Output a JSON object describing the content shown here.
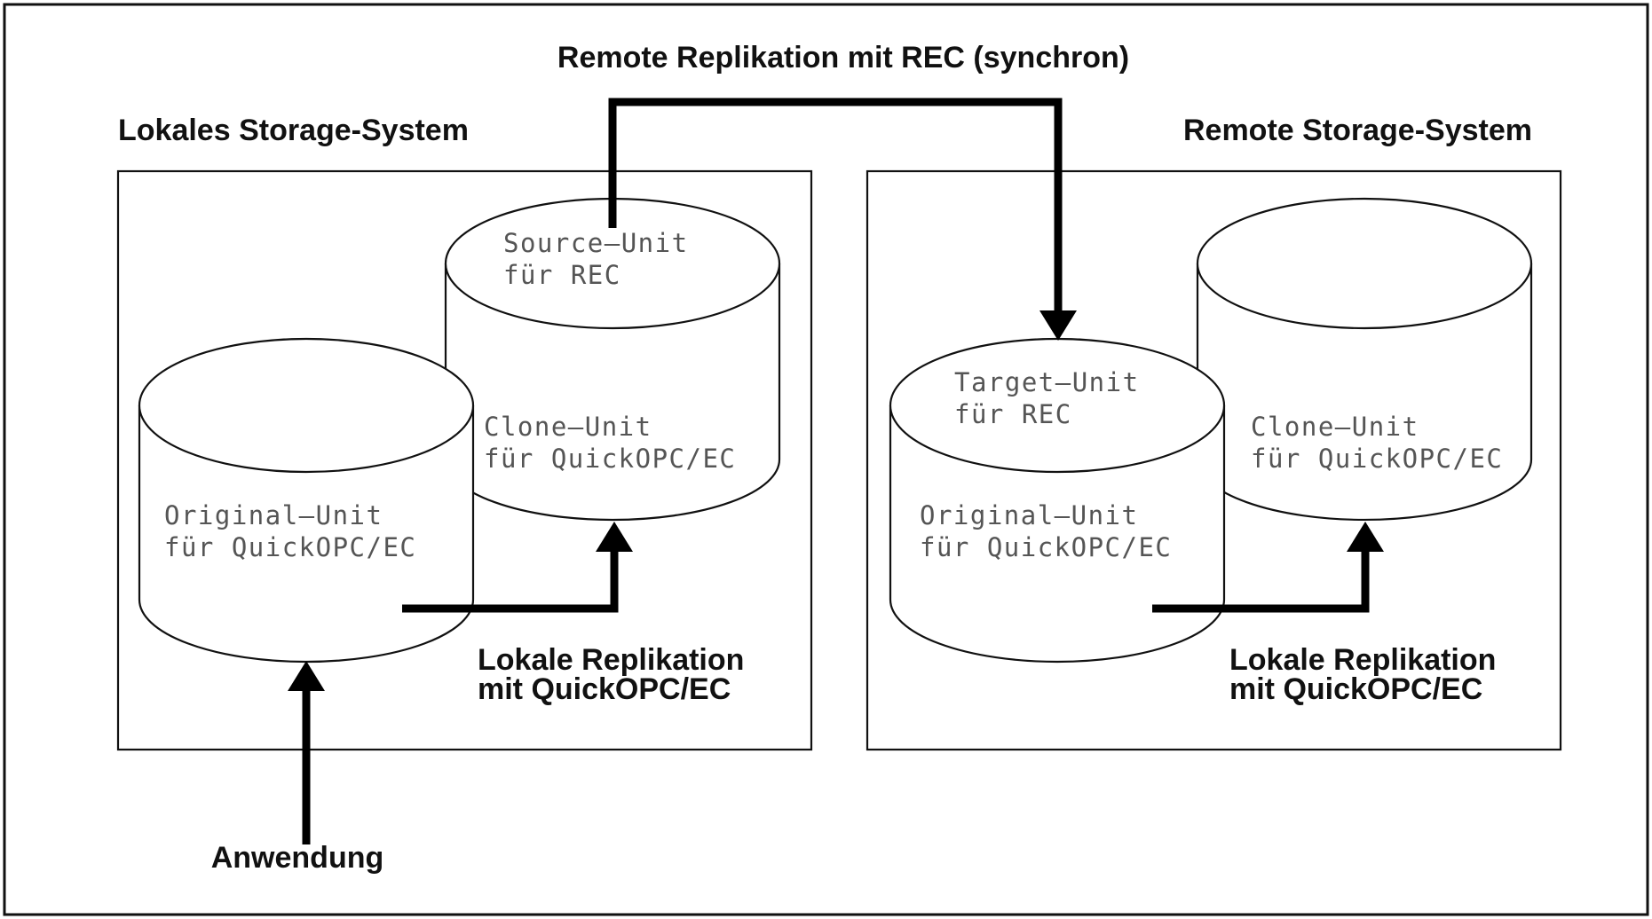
{
  "title": "Remote Replikation mit REC (synchron)",
  "local_system": {
    "label": "Lokales Storage-System",
    "source_unit": [
      "Source–Unit",
      "für REC"
    ],
    "clone_unit": [
      "Clone–Unit",
      "für QuickOPC/EC"
    ],
    "original_unit": [
      "Original–Unit",
      "für QuickOPC/EC"
    ],
    "replication_label": [
      "Lokale Replikation",
      "mit QuickOPC/EC"
    ]
  },
  "remote_system": {
    "label": "Remote Storage-System",
    "target_unit": [
      "Target–Unit",
      "für REC"
    ],
    "clone_unit": [
      "Clone–Unit",
      "für QuickOPC/EC"
    ],
    "original_unit": [
      "Original–Unit",
      "für QuickOPC/EC"
    ],
    "replication_label": [
      "Lokale Replikation",
      "mit QuickOPC/EC"
    ]
  },
  "application_label": "Anwendung"
}
